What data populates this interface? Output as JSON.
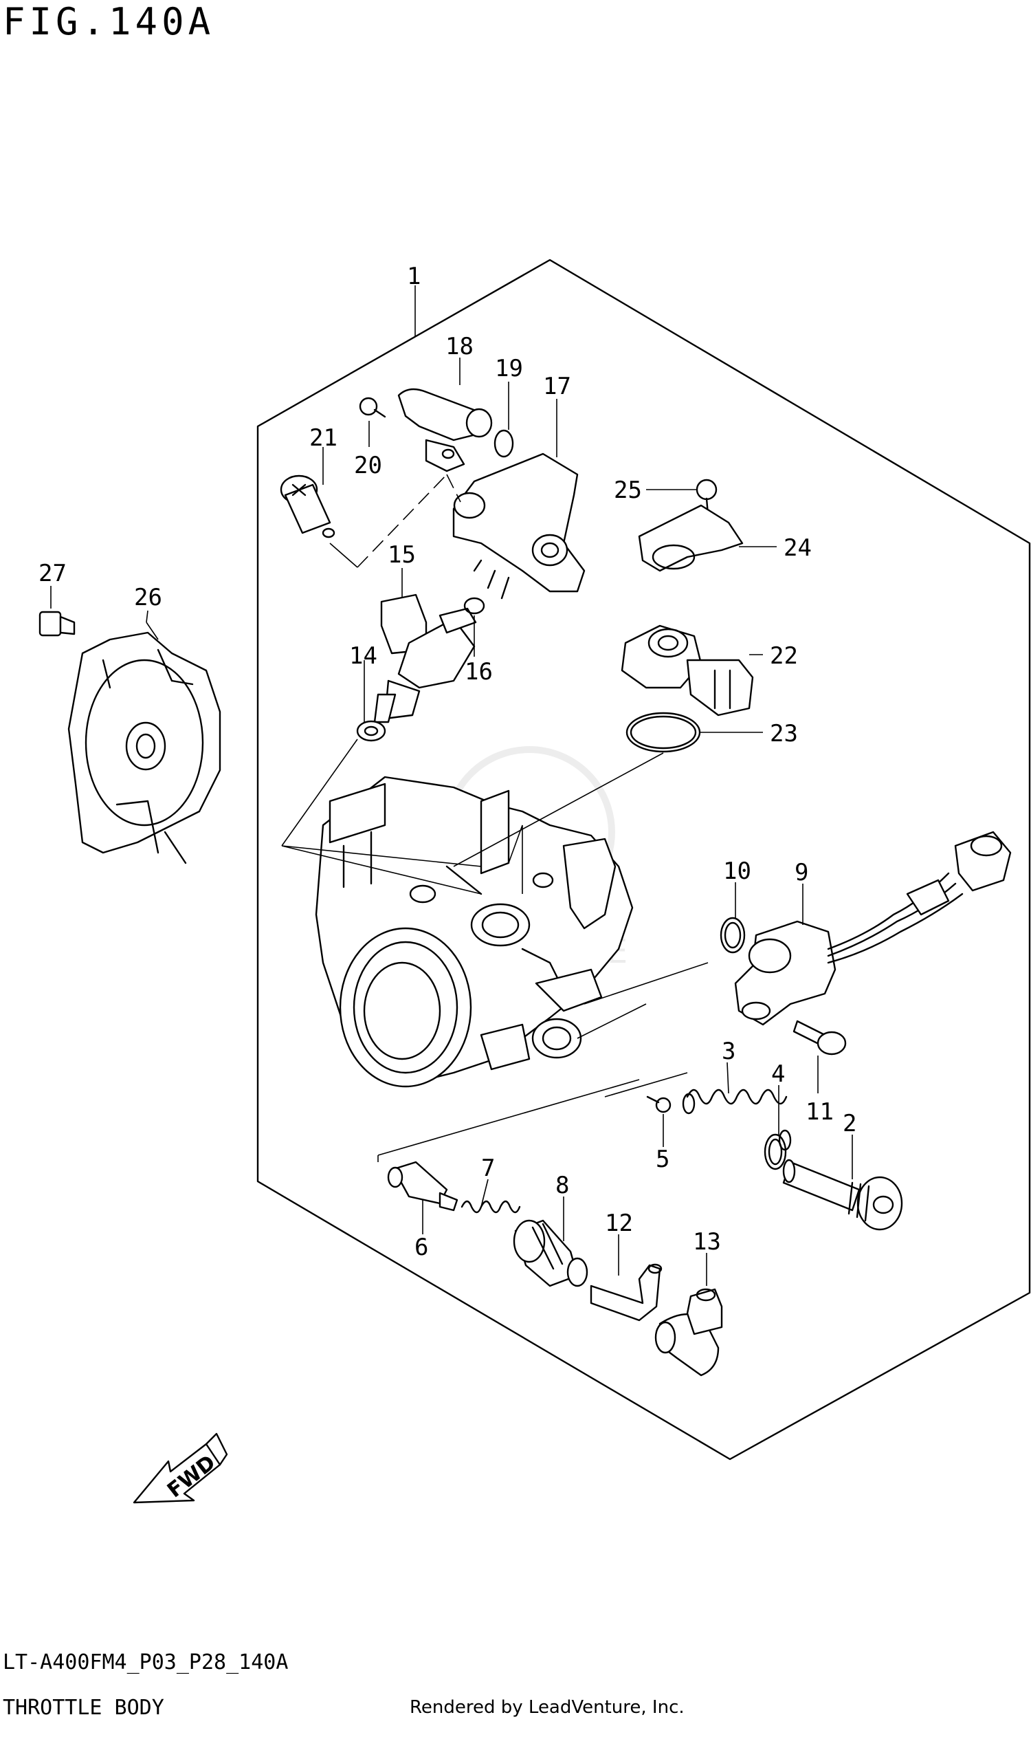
{
  "header": {
    "figure_title": "FIG.140A"
  },
  "footer": {
    "model_code": "LT-A400FM4_P03_P28_140A",
    "section_name": "THROTTLE BODY",
    "render_credit": "Rendered by LeadVenture, Inc."
  },
  "diagram": {
    "direction_label": "FWD",
    "callouts": [
      "1",
      "2",
      "3",
      "4",
      "5",
      "6",
      "7",
      "8",
      "9",
      "10",
      "11",
      "12",
      "13",
      "14",
      "15",
      "16",
      "17",
      "18",
      "19",
      "20",
      "21",
      "22",
      "23",
      "24",
      "25",
      "26",
      "27"
    ]
  }
}
